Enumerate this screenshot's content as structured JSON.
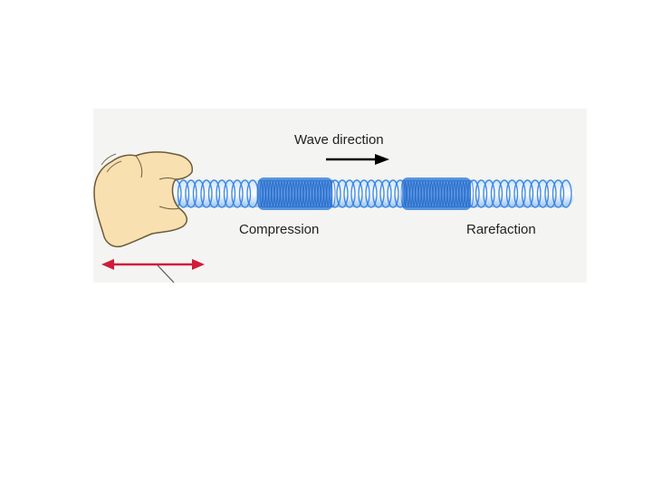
{
  "labels": {
    "wave_direction": "Wave direction",
    "compression": "Compression",
    "rarefaction": "Rarefaction"
  },
  "colors": {
    "spring": "#2f7fe0",
    "spring_light": "#a9cdf4",
    "compression_fill": "#3d86dd",
    "hand_skin": "#f8e0b0",
    "hand_outline": "#6d5a3a",
    "motion_arrow": "#d01b3a",
    "direction_arrow": "#000000",
    "figure_background": "#f4f4f2"
  },
  "icons": {
    "hand": "hand-icon",
    "direction_arrow": "arrow-right-icon",
    "motion_arrow": "double-arrow-icon"
  }
}
